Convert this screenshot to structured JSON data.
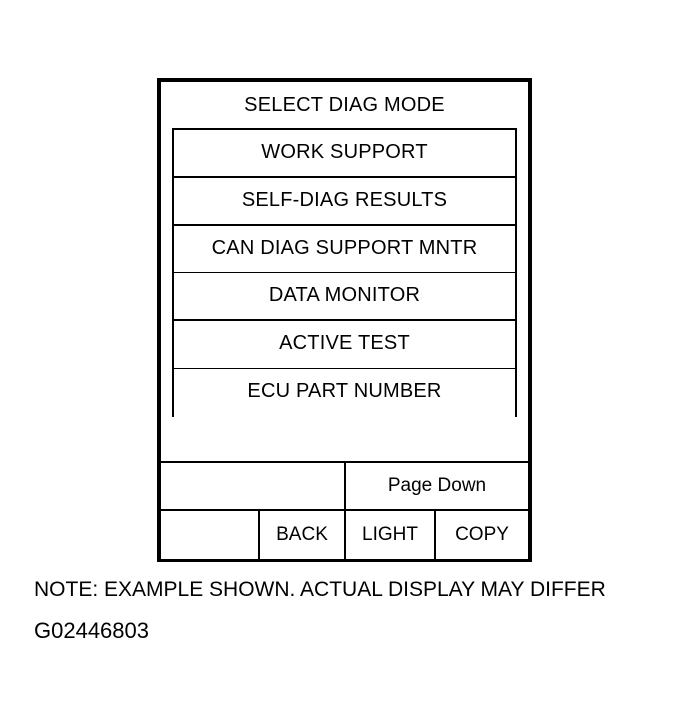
{
  "screen": {
    "title": "SELECT DIAG MODE",
    "menu_items": [
      {
        "label": "WORK SUPPORT"
      },
      {
        "label": "SELF-DIAG RESULTS"
      },
      {
        "label": "CAN DIAG SUPPORT MNTR"
      },
      {
        "label": "DATA MONITOR"
      },
      {
        "label": "ACTIVE TEST"
      },
      {
        "label": "ECU PART NUMBER"
      }
    ],
    "softkeys": {
      "page_row": {
        "blank": "",
        "page_down": "Page Down"
      },
      "button_row": {
        "blank": "",
        "back": "BACK",
        "light": "LIGHT",
        "copy": "COPY"
      }
    }
  },
  "caption": {
    "note": "NOTE: EXAMPLE SHOWN. ACTUAL DISPLAY MAY DIFFER",
    "figure_id": "G02446803"
  },
  "colors": {
    "ink": "#000000",
    "paper": "#ffffff"
  }
}
